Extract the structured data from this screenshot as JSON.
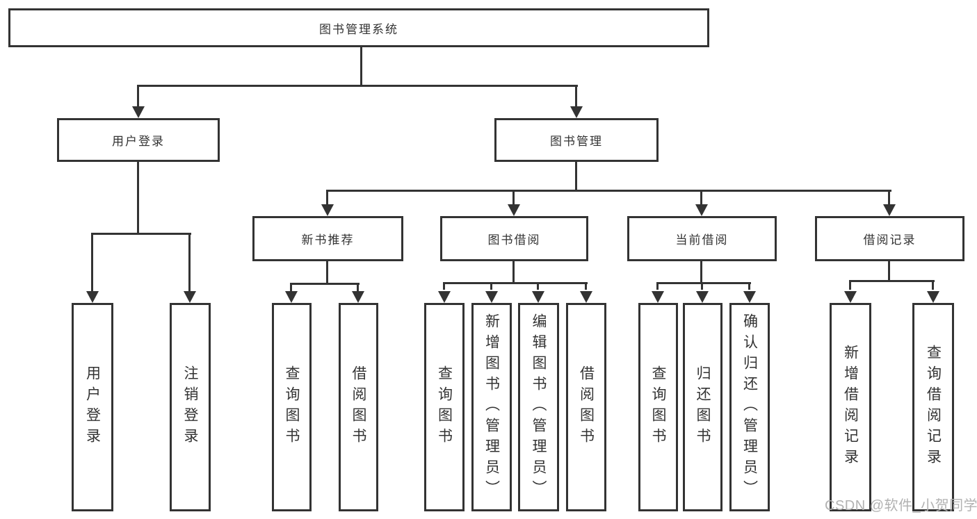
{
  "tree": {
    "root": "图书管理系统",
    "branches": [
      {
        "label": "用户登录",
        "children": [
          "用户登录",
          "注销登录"
        ]
      },
      {
        "label": "图书管理",
        "children": [
          {
            "label": "新书推荐",
            "children": [
              "查询图书",
              "借阅图书"
            ]
          },
          {
            "label": "图书借阅",
            "children": [
              "查询图书",
              "新增图书（管理员）",
              "编辑图书（管理员）",
              "借阅图书"
            ]
          },
          {
            "label": "当前借阅",
            "children": [
              "查询图书",
              "归还图书",
              "确认归还（管理员）"
            ]
          },
          {
            "label": "借阅记录",
            "children": [
              "新增借阅记录",
              "查询借阅记录"
            ]
          }
        ]
      }
    ]
  },
  "watermark": "CSDN @软件_小贺同学",
  "colors": {
    "line": "#333333",
    "text": "#333333",
    "background": "#ffffff",
    "watermark": "#b2b2b2"
  }
}
